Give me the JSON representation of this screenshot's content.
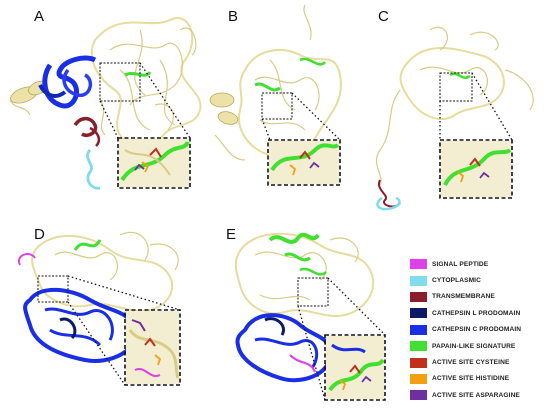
{
  "panels": [
    {
      "label": "A"
    },
    {
      "label": "B"
    },
    {
      "label": "C"
    },
    {
      "label": "D"
    },
    {
      "label": "E"
    }
  ],
  "legend": {
    "items": [
      {
        "label": "SIGNAL PEPTIDE",
        "color": "#e040e8"
      },
      {
        "label": "CYTOPLASMIC",
        "color": "#7fdcea"
      },
      {
        "label": "TRANSMEMBRANE",
        "color": "#8b1e2b"
      },
      {
        "label": "CATHEPSIN L PRODOMAIN",
        "color": "#0d1a66"
      },
      {
        "label": "CATHEPSIN C PRODOMAIN",
        "color": "#1a2ee6"
      },
      {
        "label": "PAPAIN-LIKE SIGNATURE",
        "color": "#3fe02f"
      },
      {
        "label": "ACTIVE SITE CYSTEINE",
        "color": "#c0301d"
      },
      {
        "label": "ACTIVE SITE HISTIDINE",
        "color": "#f0a010"
      },
      {
        "label": "ACTIVE SITE ASPARAGINE",
        "color": "#6e2fa0"
      }
    ]
  },
  "colors": {
    "ribbon": "#e8dfa0",
    "ribbon_dark": "#b8ab62"
  }
}
